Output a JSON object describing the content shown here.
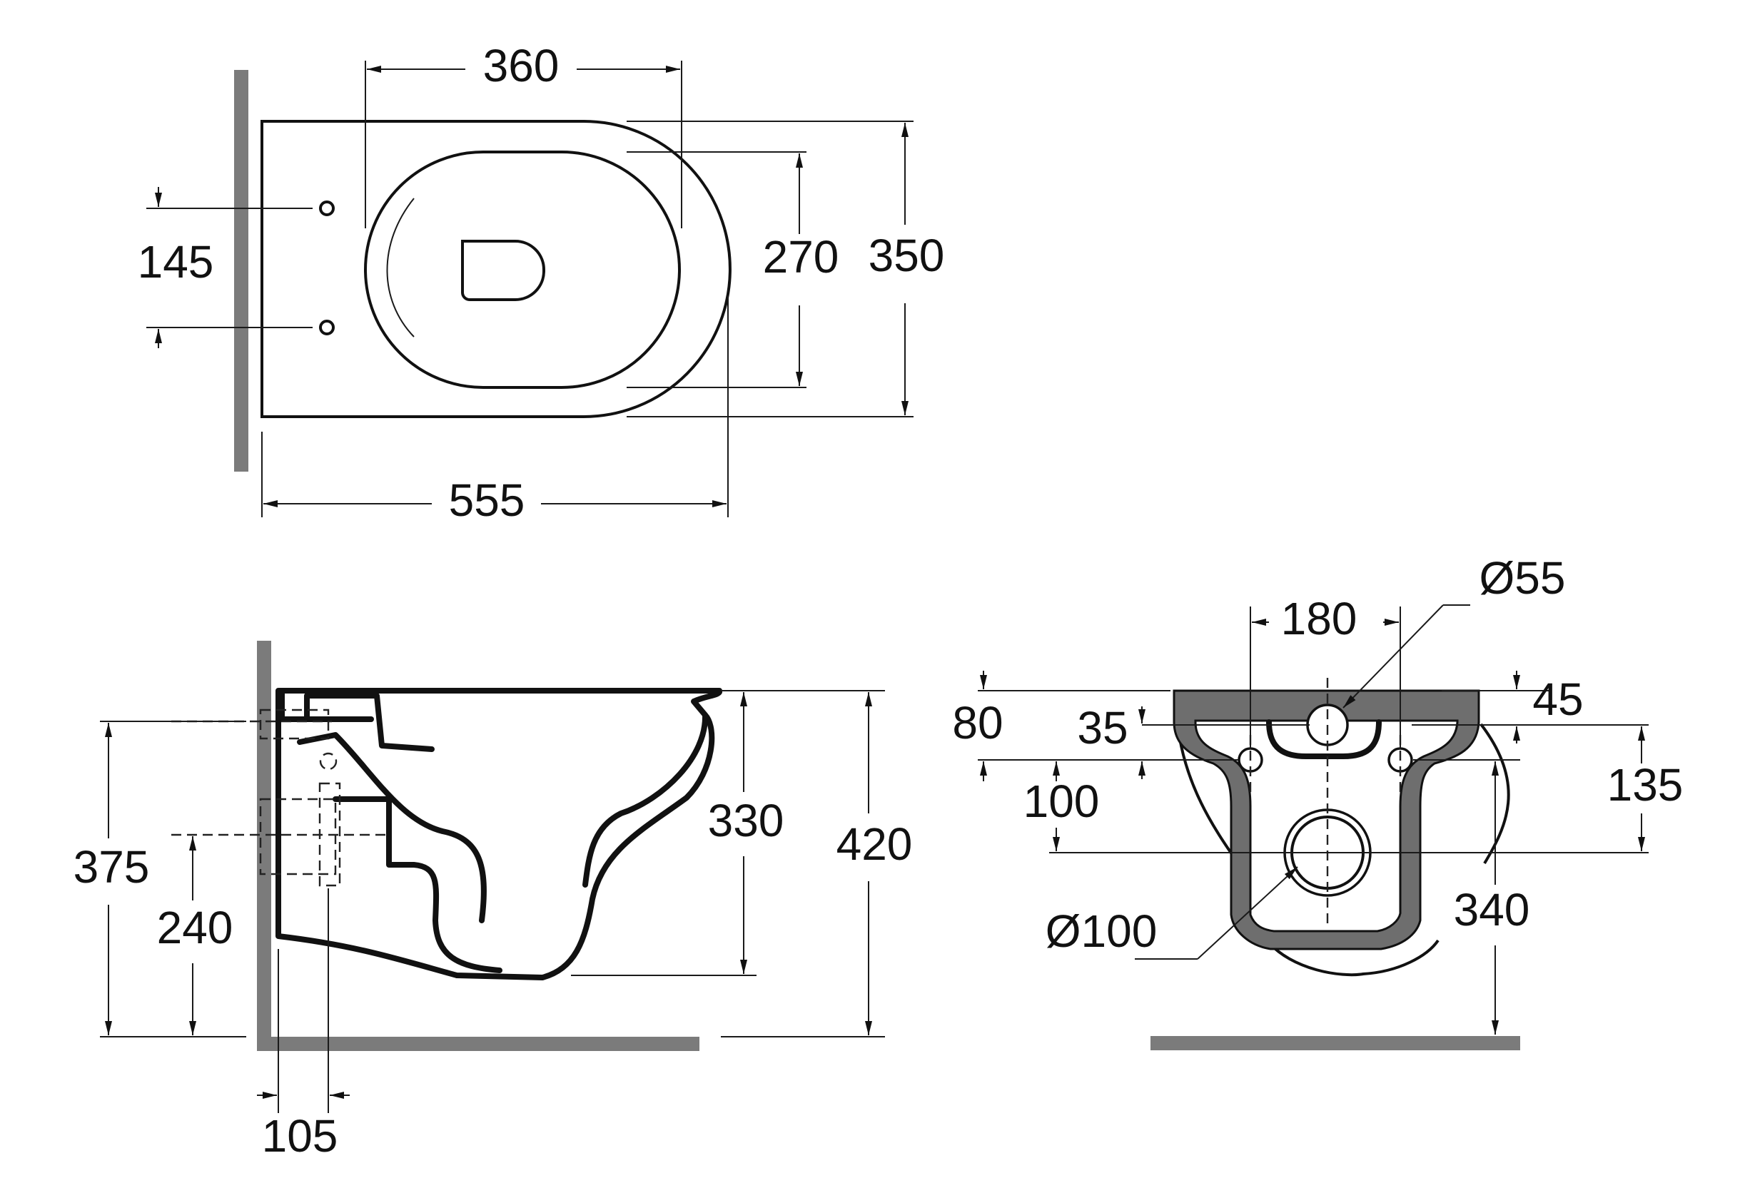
{
  "dimensions": {
    "top_view": {
      "bowl_length": "360",
      "fixing_hole_spacing": "145",
      "inner_width": "270",
      "overall_width": "350",
      "overall_length": "555"
    },
    "side_view": {
      "bowl_height": "330",
      "overall_height": "420",
      "fixing_height": "375",
      "outlet_height": "240",
      "outlet_offset": "105"
    },
    "rear_view": {
      "inlet_spacing": "180",
      "inlet_diameter": "Ø55",
      "inlet_from_top": "45",
      "top_to_fixings": "80",
      "fixing_offset": "35",
      "fixings_to_outlet": "100",
      "outlet_diameter": "Ø100",
      "fixing_to_outlet": "135",
      "outlet_to_floor": "340"
    }
  },
  "colors": {
    "line": "#1a1a1a",
    "wall": "#7b7b7b",
    "flange": "#6e6e6e",
    "background": "#ffffff"
  },
  "icons": {
    "arrow": "arrowhead",
    "fixing_hole": "circle"
  }
}
